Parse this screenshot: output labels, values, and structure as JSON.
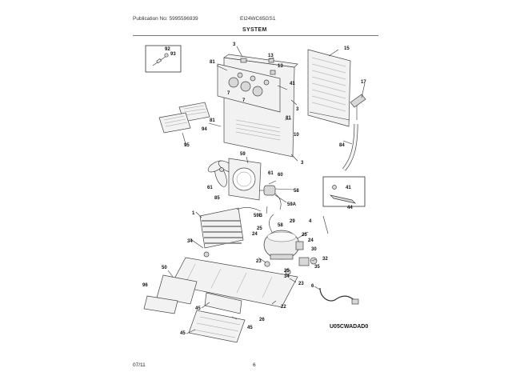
{
  "header": {
    "publication": "Publication No: 5995596939",
    "model": "EI24WC65GS1",
    "section": "SYSTEM"
  },
  "footer": {
    "date": "07/11",
    "page": "6"
  },
  "diagram_code": "U05CWADAD0",
  "callouts": {
    "c92": "92",
    "c93": "93",
    "c3a": "3",
    "c81a": "81",
    "c13a": "13",
    "c13b": "13",
    "c15": "15",
    "c7a": "7",
    "c7b": "7",
    "c41a": "41",
    "c3b": "3",
    "c17": "17",
    "c81b": "81",
    "c94": "94",
    "c81c": "81",
    "c10": "10",
    "c95": "95",
    "c84": "84",
    "c59": "59",
    "c3c": "3",
    "c61a": "61",
    "c60": "60",
    "c61b": "61",
    "c58a": "58",
    "c59a": "59A",
    "c41b": "41",
    "c44": "44",
    "c85": "85",
    "c1": "1",
    "c59b": "59B",
    "c29": "29",
    "c4": "4",
    "c25a": "25",
    "c58b": "58",
    "c24a": "24",
    "c25b": "25",
    "c24b": "24",
    "c34a": "34",
    "c30": "30",
    "c32": "32",
    "c23a": "23",
    "c35": "35",
    "c25c": "25",
    "c34b": "34",
    "c23b": "23",
    "c50": "50",
    "c96": "96",
    "c22": "22",
    "c6": "6",
    "c45a": "45",
    "c26": "26",
    "c45b": "45",
    "c45c": "45"
  }
}
